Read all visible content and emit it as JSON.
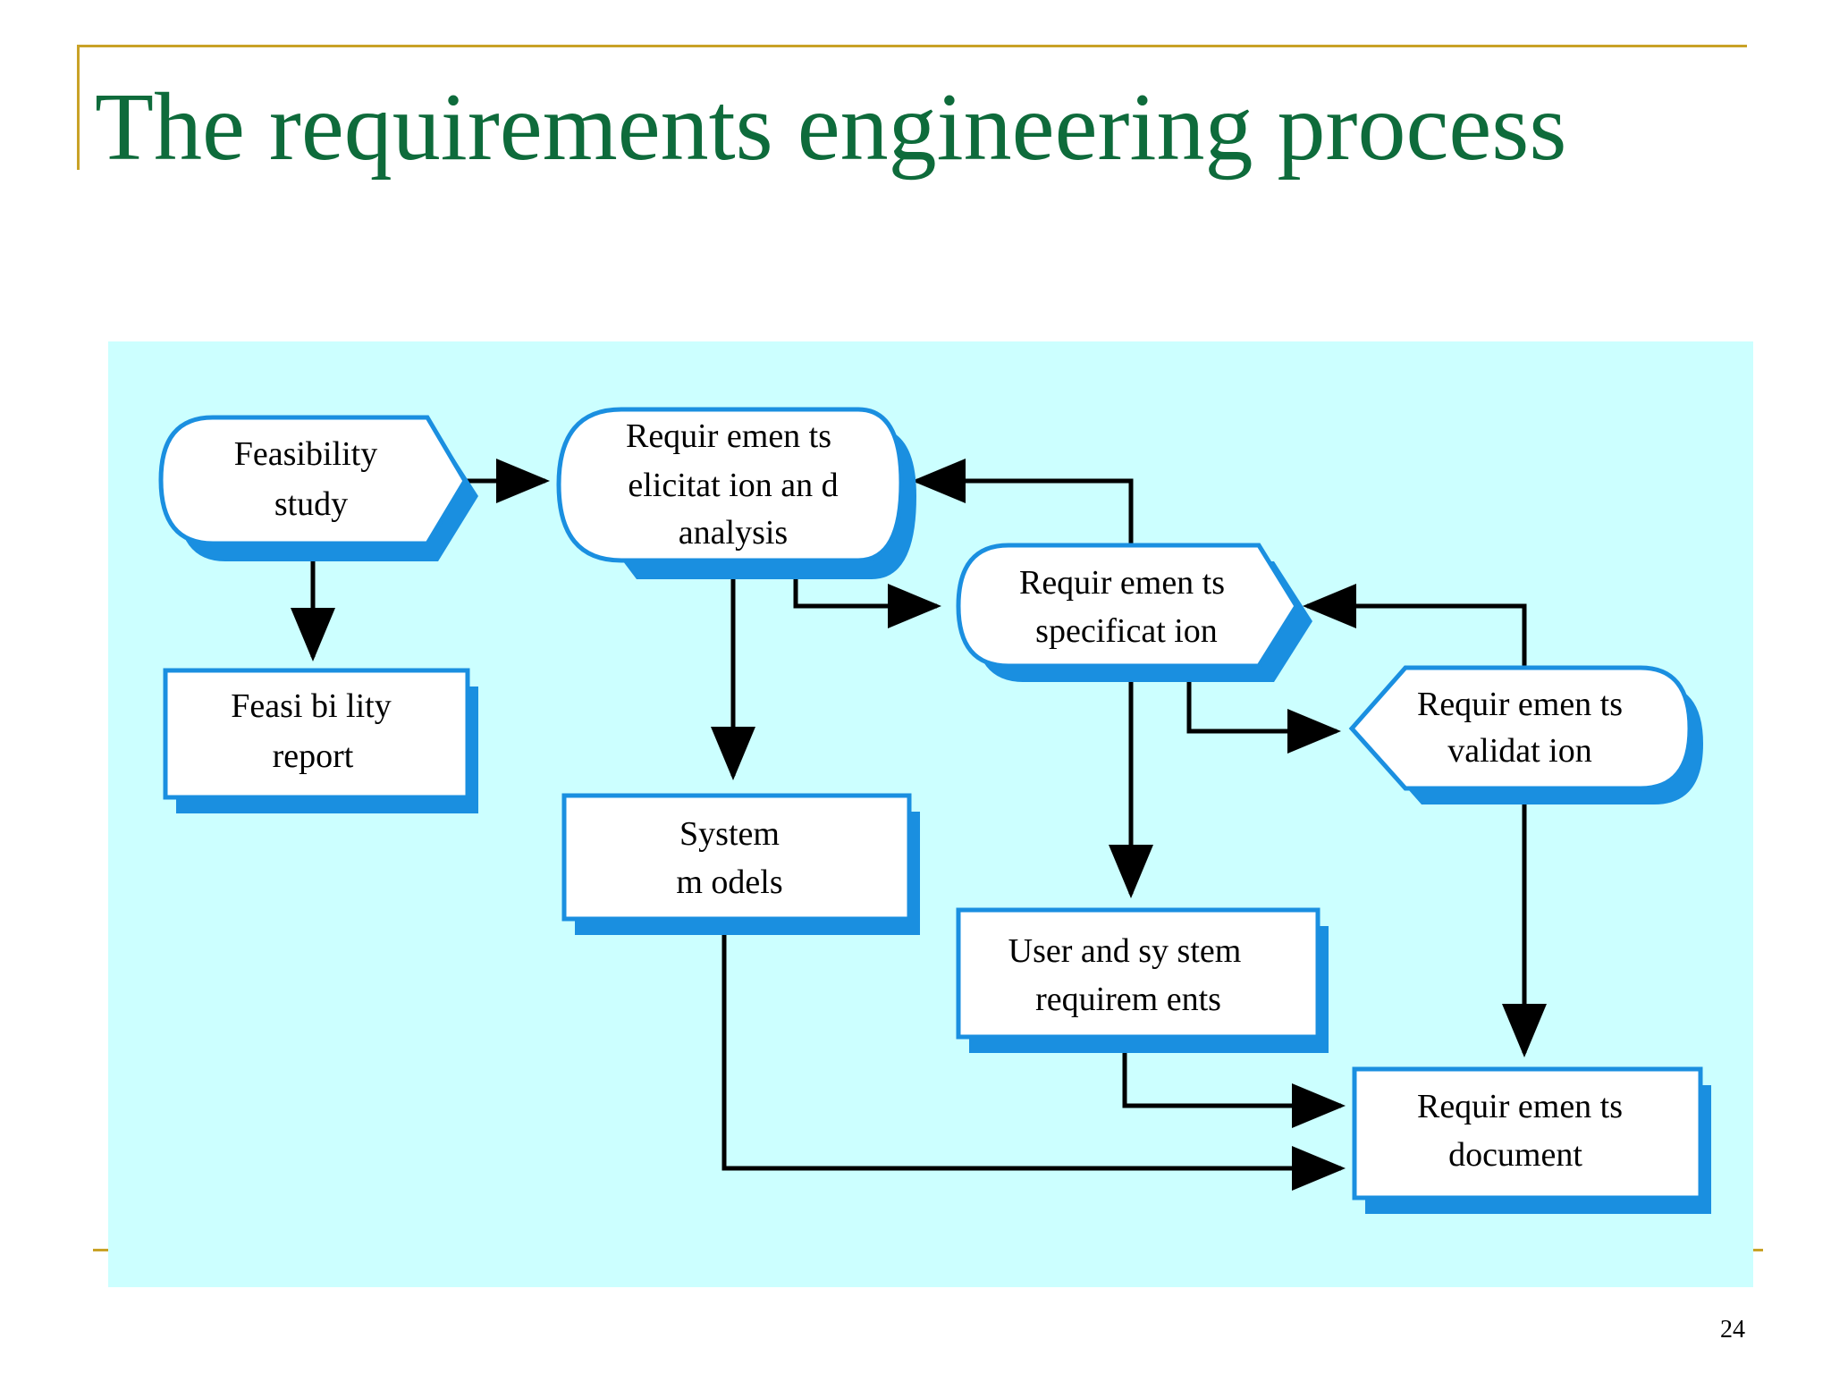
{
  "slide": {
    "title": "The requirements engineering process",
    "page_number": "24"
  },
  "colors": {
    "title": "#0e6b3b",
    "rule": "#c9a227",
    "panel_background": "#ccffff",
    "node_border": "#1a8fe0",
    "node_shadow": "#1a8fe0",
    "arrow": "#000000"
  },
  "diagram": {
    "processes": [
      {
        "id": "feasibility_study",
        "lines": [
          "Feasibility",
          "study"
        ]
      },
      {
        "id": "elicitation",
        "lines": [
          "Requir emen ts",
          "elicitat ion an d",
          "analysis"
        ]
      },
      {
        "id": "specification",
        "lines": [
          "Requir emen ts",
          "specificat ion"
        ]
      },
      {
        "id": "validation",
        "lines": [
          "Requir emen ts",
          "validat ion"
        ]
      }
    ],
    "documents": [
      {
        "id": "feasibility_report",
        "lines": [
          "Feasi bi lity",
          "report"
        ]
      },
      {
        "id": "system_models",
        "lines": [
          "System",
          "m odels"
        ]
      },
      {
        "id": "user_system_requirements",
        "lines": [
          "User and sy stem",
          "requirem ents"
        ]
      },
      {
        "id": "requirements_document",
        "lines": [
          "Requir emen ts",
          "document"
        ]
      }
    ],
    "connections": [
      {
        "from": "feasibility_study",
        "to": "elicitation"
      },
      {
        "from": "feasibility_study",
        "to": "feasibility_report"
      },
      {
        "from": "elicitation",
        "to": "specification"
      },
      {
        "from": "elicitation",
        "to": "system_models"
      },
      {
        "from": "specification",
        "to": "elicitation"
      },
      {
        "from": "specification",
        "to": "validation"
      },
      {
        "from": "specification",
        "to": "user_system_requirements"
      },
      {
        "from": "validation",
        "to": "specification"
      },
      {
        "from": "validation",
        "to": "requirements_document"
      },
      {
        "from": "user_system_requirements",
        "to": "requirements_document"
      },
      {
        "from": "system_models",
        "to": "requirements_document"
      }
    ]
  }
}
